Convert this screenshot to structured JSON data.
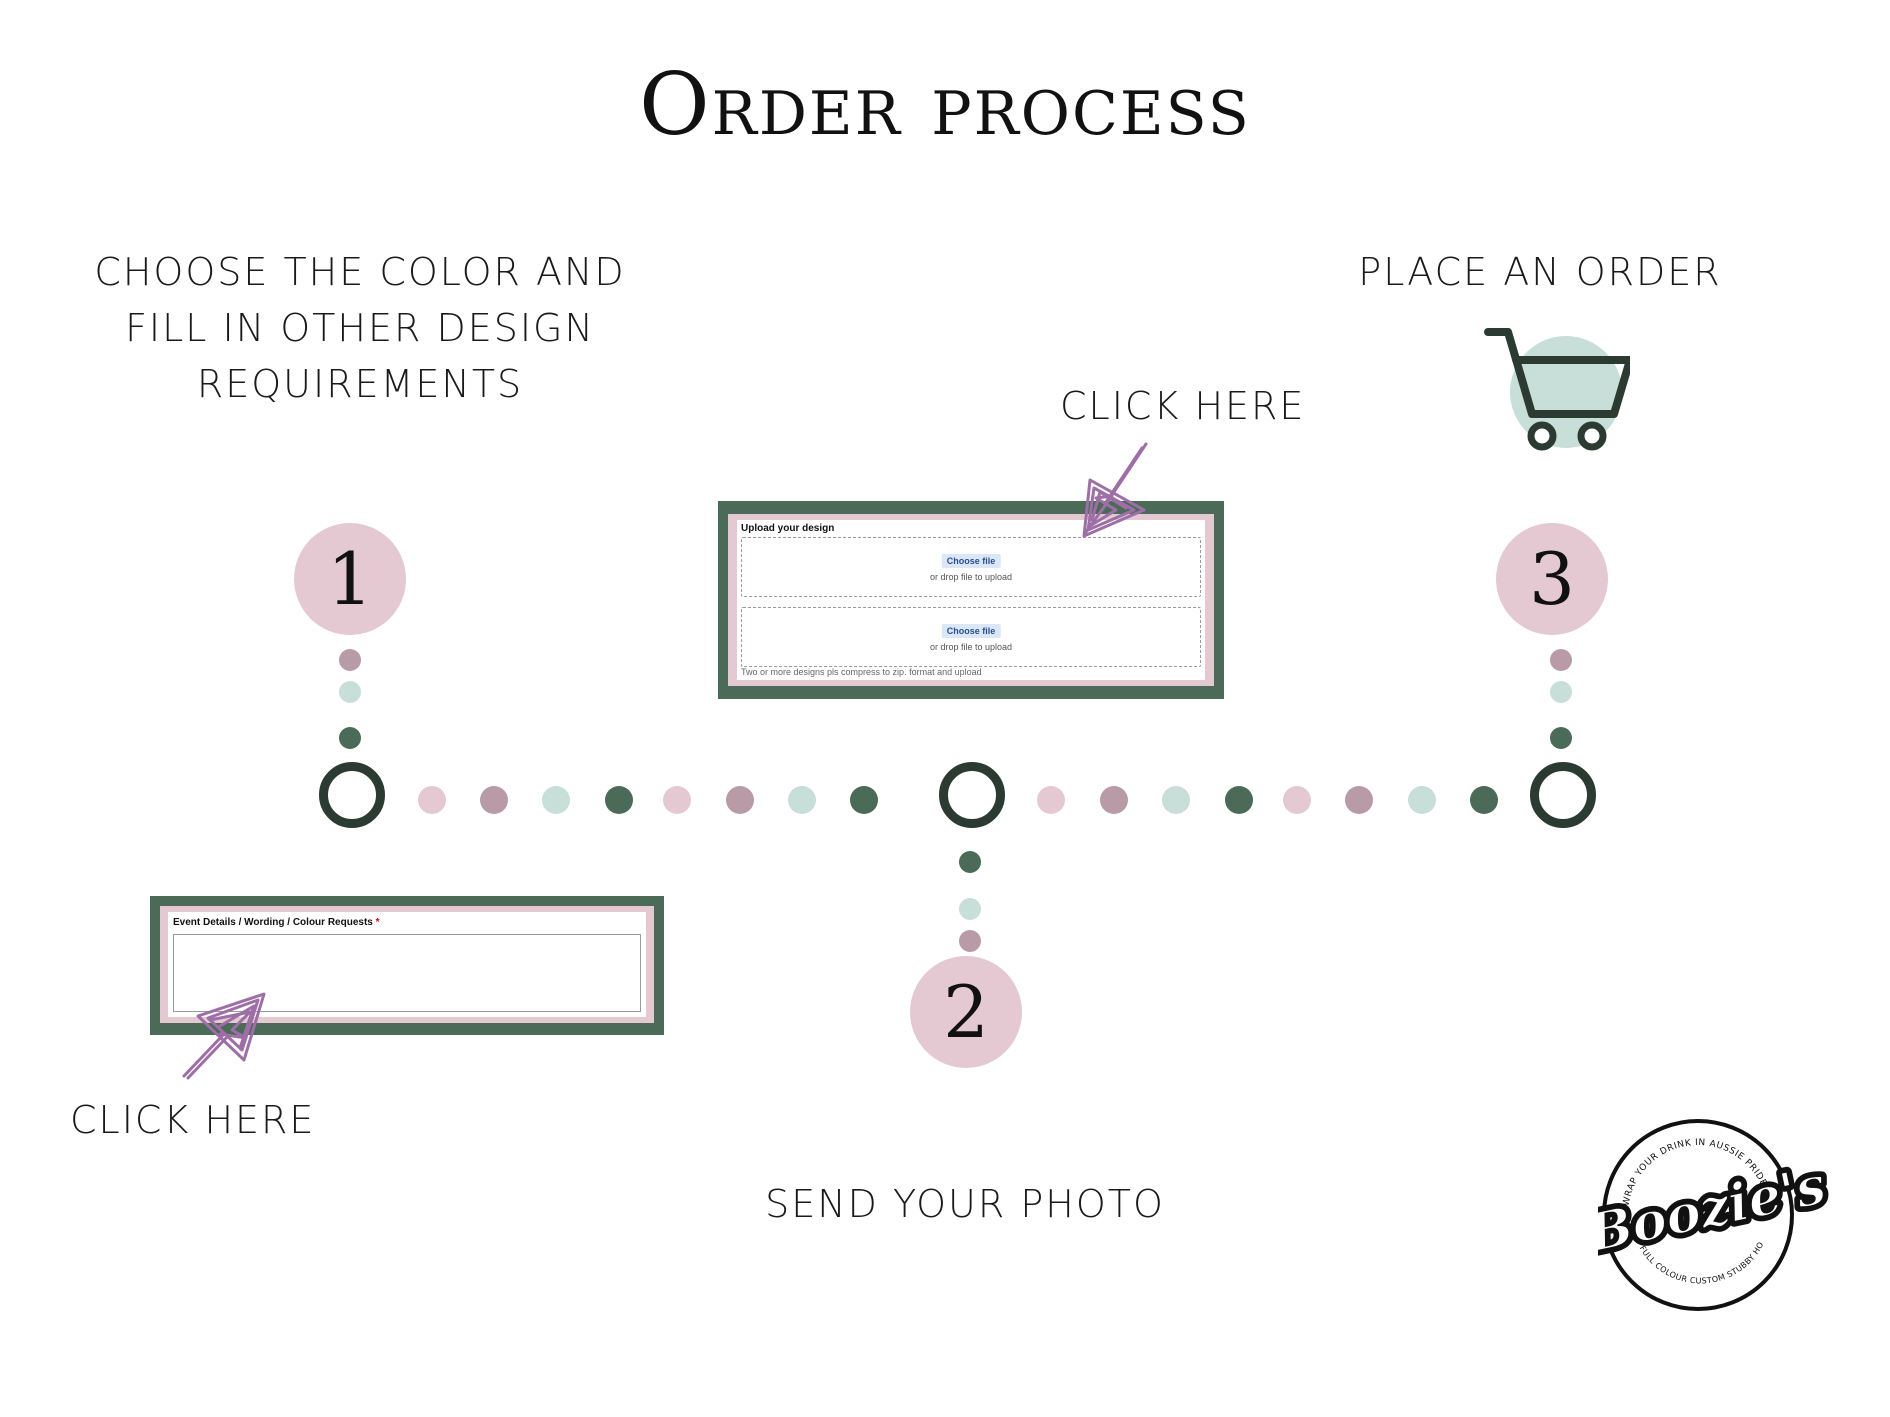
{
  "page": {
    "title": "Order process"
  },
  "steps": [
    {
      "number": "1",
      "caption_lines": [
        "CHOOSE THE COLOR AND",
        "FILL IN OTHER DESIGN",
        "REQUIREMENTS"
      ]
    },
    {
      "number": "2",
      "caption_lines": [
        "SEND YOUR PHOTO"
      ]
    },
    {
      "number": "3",
      "caption_lines": [
        "PLACE AN ORDER"
      ]
    }
  ],
  "click_here_top": "CLICK HERE",
  "click_here_bottom": "CLICK HERE",
  "upload_form": {
    "title": "Upload your design",
    "choose_file_1": "Choose file",
    "drop_text_1": "or drop file to upload",
    "choose_file_2": "Choose file",
    "drop_text_2": "or drop file to upload",
    "note": "Two or more designs pls compress to zip. format and upload"
  },
  "event_form": {
    "label": "Event Details / Wording / Colour Requests",
    "required_marker": "*"
  },
  "logo": {
    "brand": "Boozie's",
    "top_arc": "WRAP YOUR DRINK IN AUSSIE PRIDE",
    "bottom_arc": "FULL COLOUR CUSTOM STUBBY HOLDER"
  },
  "icons": [
    "shopping-cart-icon",
    "scribble-arrow-icon"
  ],
  "colors": {
    "pink": "#e4c9d3",
    "mauve": "#b99aa7",
    "mint": "#c8ded8",
    "green": "#4b6a58",
    "dark": "#2b3b31"
  }
}
